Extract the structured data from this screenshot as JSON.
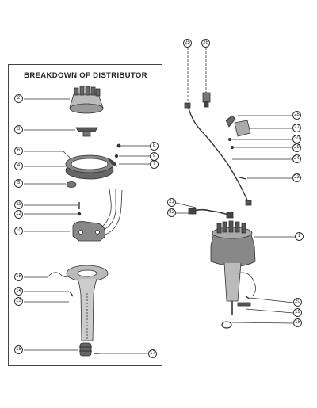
{
  "panel": {
    "title": "BREAKDOWN OF DISTRIBUTOR"
  },
  "callouts": {
    "c1": "1",
    "c2": "2",
    "c3": "3",
    "c4": "4",
    "c5": "5",
    "c6": "6",
    "c7": "7",
    "c8": "8",
    "c9": "9",
    "c10": "10",
    "c11": "11",
    "c12": "12",
    "c13": "13",
    "c14": "14",
    "c15": "15",
    "c16": "16",
    "c17": "17",
    "c18": "18",
    "c19": "19",
    "c20": "20",
    "c21": "21",
    "c22": "22",
    "c23": "23",
    "c24": "24",
    "c25": "25",
    "c26": "26",
    "c27": "27",
    "c28": "28",
    "c29": "29",
    "c30": "30"
  }
}
